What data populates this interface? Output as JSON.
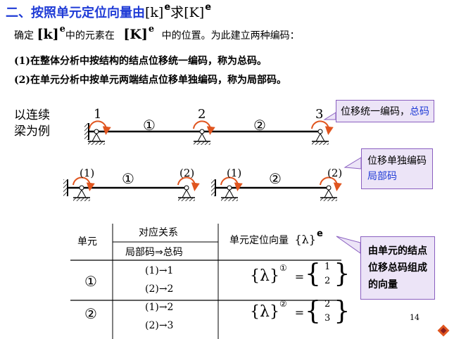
{
  "title": {
    "prefix": "二、按照单元定位向量由",
    "k": "[k]",
    "e1": "e",
    "mid": "求",
    "K": "[K]",
    "e2": "e"
  },
  "intro": {
    "a": "确定",
    "k": "[k]",
    "e": "e",
    "b": "中的元素在",
    "K": "[K]",
    "e2": "e",
    "c": "中的位置。为此建立两种编码："
  },
  "items": [
    "(1)在整体分析中按结构的结点位移统一编码，称为总码。",
    "(2)在单元分析中按单元两端结点位移单独编码，称为局部码。"
  ],
  "example_label": [
    "以连续",
    "梁为例"
  ],
  "global_beam": {
    "nodes": [
      "1",
      "2",
      "3"
    ],
    "elements": [
      "①",
      "②"
    ]
  },
  "local_beams": [
    {
      "nodes": [
        "(1)",
        "(2)"
      ],
      "element": "①"
    },
    {
      "nodes": [
        "(1)",
        "(2)"
      ],
      "element": "②"
    }
  ],
  "callouts": {
    "global": {
      "text": "位移统一编码，",
      "highlight": "总码"
    },
    "local": {
      "line1": "位移单独编码",
      "line2": "局部码"
    },
    "vector": [
      "由单元的结点",
      "位移总码组成",
      "的向量"
    ]
  },
  "table": {
    "h_unit": "单元",
    "h_corr": "对应关系",
    "h_map": "局部码⇒总码",
    "h_vec_prefix": "单元定位向量",
    "h_vec_sym": "{λ}",
    "h_vec_sup": "e",
    "rows": [
      {
        "unit": "①",
        "maps": [
          "(1)→1",
          "(2)→2"
        ],
        "sym": "{λ}",
        "sup": "①",
        "eq": "=",
        "vals": [
          "1",
          "2"
        ]
      },
      {
        "unit": "②",
        "maps": [
          "(1)→2",
          "(2)→3"
        ],
        "sym": "{λ}",
        "sup": "②",
        "eq": "=",
        "vals": [
          "2",
          "3"
        ]
      }
    ]
  },
  "page_number": "14"
}
